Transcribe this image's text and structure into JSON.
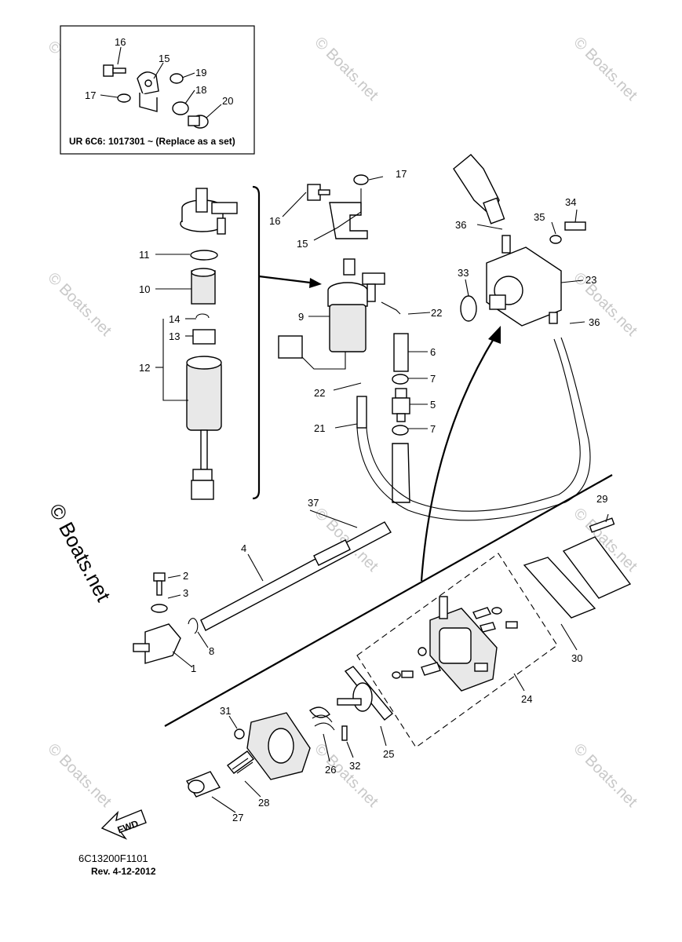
{
  "inset_note": "UR 6C6: 1017301 ~   (Replace as a set)",
  "drawing_code": "6C13200F1101",
  "revision": "Rev.  4-12-2012",
  "fwd_label": "FWD",
  "watermark": "© Boats.net",
  "callouts": {
    "inset_16": "16",
    "inset_15": "15",
    "inset_19": "19",
    "inset_17": "17",
    "inset_18": "18",
    "inset_20": "20",
    "c1": "1",
    "c2": "2",
    "c3": "3",
    "c4": "4",
    "c5": "5",
    "c6": "6",
    "c7a": "7",
    "c7b": "7",
    "c8": "8",
    "c9": "9",
    "c10": "10",
    "c11": "11",
    "c12": "12",
    "c13": "13",
    "c14": "14",
    "c15": "15",
    "c16": "16",
    "c17": "17",
    "c21": "21",
    "c22a": "22",
    "c22b": "22",
    "c23": "23",
    "c24": "24",
    "c25": "25",
    "c26": "26",
    "c27": "27",
    "c28": "28",
    "c29": "29",
    "c30": "30",
    "c31": "31",
    "c32": "32",
    "c33": "33",
    "c34": "34",
    "c35": "35",
    "c36a": "36",
    "c36b": "36",
    "c37": "37"
  }
}
